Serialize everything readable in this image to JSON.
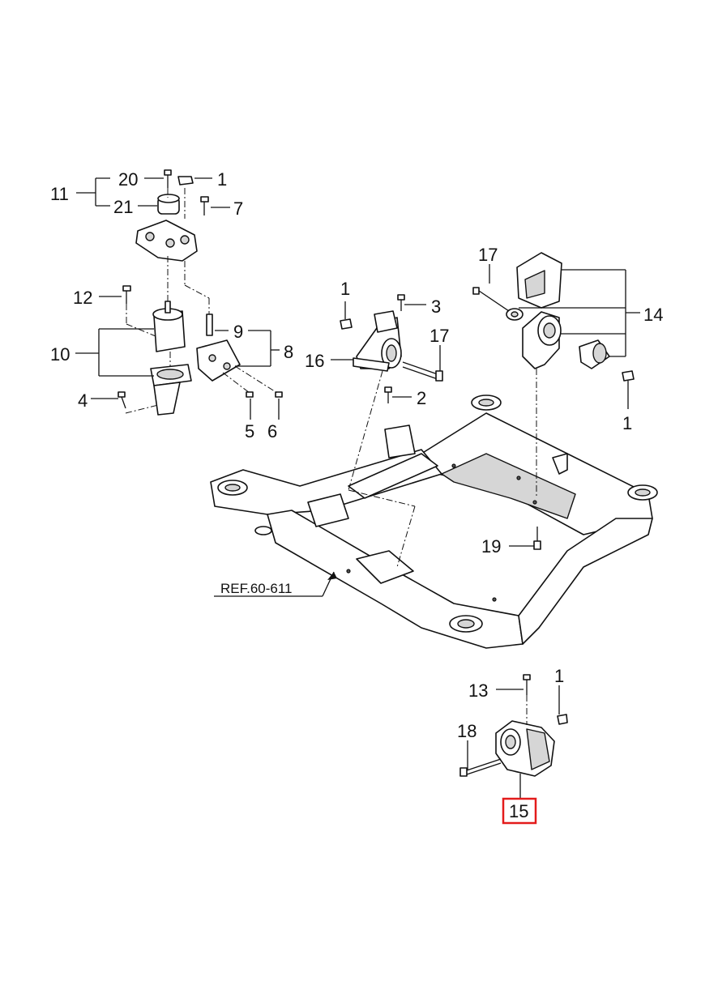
{
  "callouts": {
    "c1a": "1",
    "c1b": "1",
    "c1c": "1",
    "c1d": "1",
    "c2": "2",
    "c3": "3",
    "c4": "4",
    "c5": "5",
    "c6": "6",
    "c7": "7",
    "c8": "8",
    "c9": "9",
    "c10": "10",
    "c11": "11",
    "c12": "12",
    "c13": "13",
    "c14": "14",
    "c15": "15",
    "c16": "16",
    "c17a": "17",
    "c17b": "17",
    "c18": "18",
    "c19": "19",
    "c20": "20",
    "c21": "21"
  },
  "reference": "REF.60-611",
  "highlight_color": "#e31b1b"
}
